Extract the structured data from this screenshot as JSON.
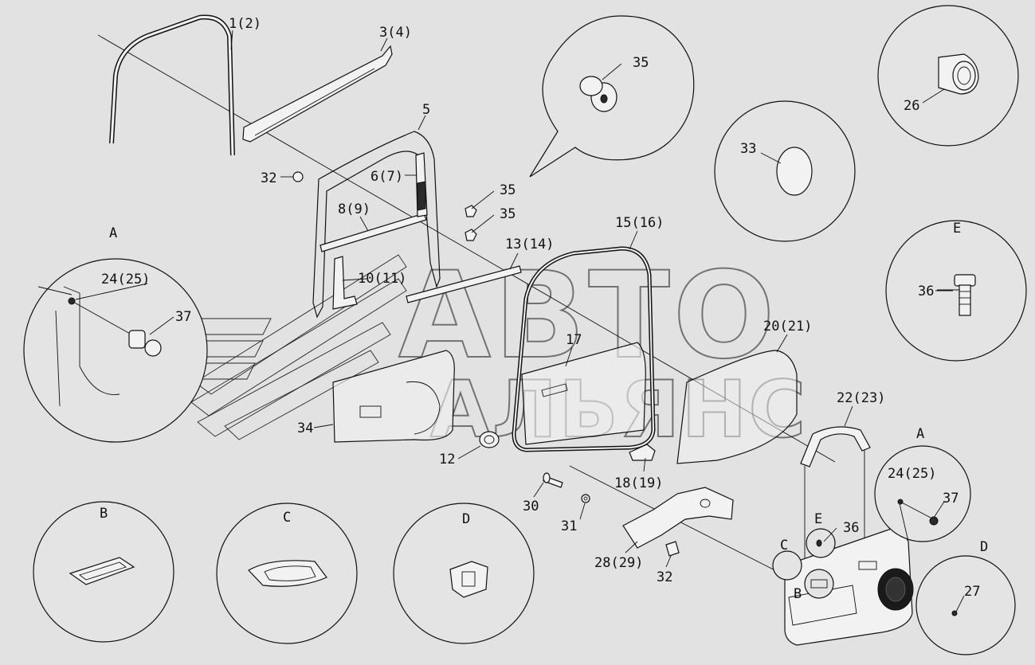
{
  "watermark": {
    "line1": "АВТО",
    "line2": "АЛЬЯНС"
  },
  "callouts": {
    "c1": "1(2)",
    "c3": "3(4)",
    "c5": "5",
    "c6": "6(7)",
    "c8": "8(9)",
    "c10": "10(11)",
    "c12": "12",
    "c13": "13(14)",
    "c15": "15(16)",
    "c17": "17",
    "c18": "18(19)",
    "c20": "20(21)",
    "c22": "22(23)",
    "c24a": "24(25)",
    "c24b": "24(25)",
    "c26": "26",
    "c27": "27",
    "c28": "28(29)",
    "c30": "30",
    "c31": "31",
    "c32a": "32",
    "c32b": "32",
    "c33": "33",
    "c34": "34",
    "c35a": "35",
    "c35b": "35",
    "c35c": "35",
    "c36a": "36",
    "c36b": "36",
    "c37a": "37",
    "c37b": "37"
  },
  "view_labels": {
    "A1": "A",
    "A2": "A",
    "B1": "B",
    "B2": "B",
    "C1": "C",
    "C2": "C",
    "D1": "D",
    "D2": "D",
    "E1": "E",
    "E2": "E"
  }
}
